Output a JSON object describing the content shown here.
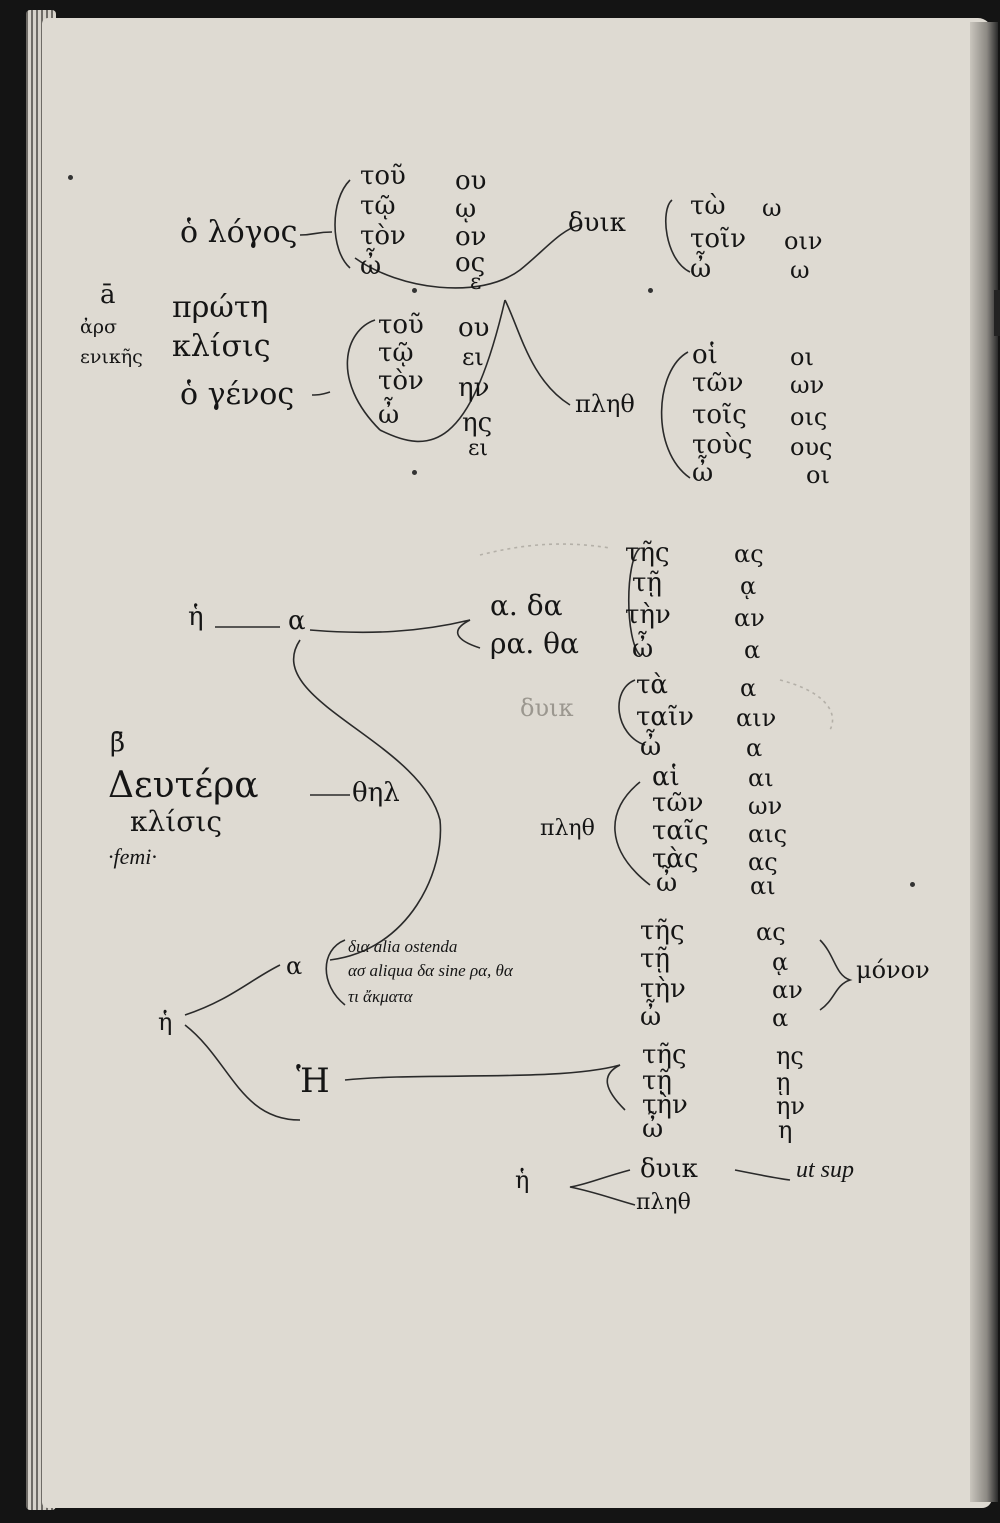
{
  "manuscript": {
    "block1": {
      "heading_marker": "ā",
      "side_note_line1": "ἀρσ",
      "side_note_line2": "ενικῆς",
      "root_line1": "πρώτη",
      "root_line2": "κλίσις",
      "label_logos": "ὁ λόγος",
      "label_genos": "ὁ γένος",
      "set_logos_articles": [
        "τοῦ",
        "τῷ",
        "τὸν",
        "ὦ"
      ],
      "set_logos_endings": [
        "ου",
        "ῳ",
        "ον",
        "ος",
        "ε"
      ],
      "set_genos_articles": [
        "τοῦ",
        "τῷ",
        "τὸν",
        "ὦ"
      ],
      "set_genos_endings": [
        "ου",
        "ει",
        "ην",
        "ης",
        "ει"
      ],
      "dual_label": "δυικ",
      "dual_articles": [
        "τὼ",
        "τοῖν",
        "ὦ"
      ],
      "dual_endings": [
        "ω",
        "οιν",
        "ω"
      ],
      "plural_label": "πληθ",
      "plural_articles": [
        "οἱ",
        "τῶν",
        "τοῖς",
        "τοὺς",
        "ὦ"
      ],
      "plural_endings": [
        "οι",
        "ων",
        "οις",
        "ους",
        "οι"
      ]
    },
    "block2": {
      "eta": "ἡ",
      "alpha_branch": "α",
      "alpha_forms_line1": "α. δα",
      "alpha_forms_line2": "ρα. θα",
      "sg_articles": [
        "τῆς",
        "τῇ",
        "τὴν",
        "ὦ"
      ],
      "sg_endings": [
        "ας",
        "ᾳ",
        "αν",
        "α"
      ],
      "dual_label": "δυικ",
      "dual_articles": [
        "τὰ",
        "ταῖν",
        "ὦ"
      ],
      "dual_endings": [
        "α",
        "αιν",
        "α"
      ],
      "heading_marker": "β̄",
      "root_line1": "Δευτέρα",
      "root_line2": "κλίσις",
      "root_line3": "·femi·",
      "thel": "θηλ",
      "plural_label": "πληθ",
      "plural_articles": [
        "αἱ",
        "τῶν",
        "ταῖς",
        "τὰς",
        "ὦ"
      ],
      "plural_endings": [
        "αι",
        "ων",
        "αις",
        "ας",
        "αι"
      ]
    },
    "block3": {
      "eta": "ἡ",
      "alpha_branch": "α",
      "latin_note_line1": "δια alia ostenda",
      "latin_note_line2": "ασ aliqua δα sine ρα, θα",
      "latin_note_line3": "τι ἄκματα",
      "sg_articles": [
        "τῆς",
        "τῇ",
        "τὴν",
        "ὦ"
      ],
      "sg_endings": [
        "ας",
        "ᾳ",
        "αν",
        "α"
      ],
      "monos": "μόνον",
      "eta_branch": "Ἡ",
      "eta_articles": [
        "τῆς",
        "τῇ",
        "τὴν",
        "ὦ"
      ],
      "eta_endings": [
        "ης",
        "ῃ",
        "ην",
        "η"
      ],
      "final_eta": "ἡ",
      "final_dual": "δυικ",
      "final_plural": "πληθ",
      "final_note": "ut sup"
    }
  }
}
